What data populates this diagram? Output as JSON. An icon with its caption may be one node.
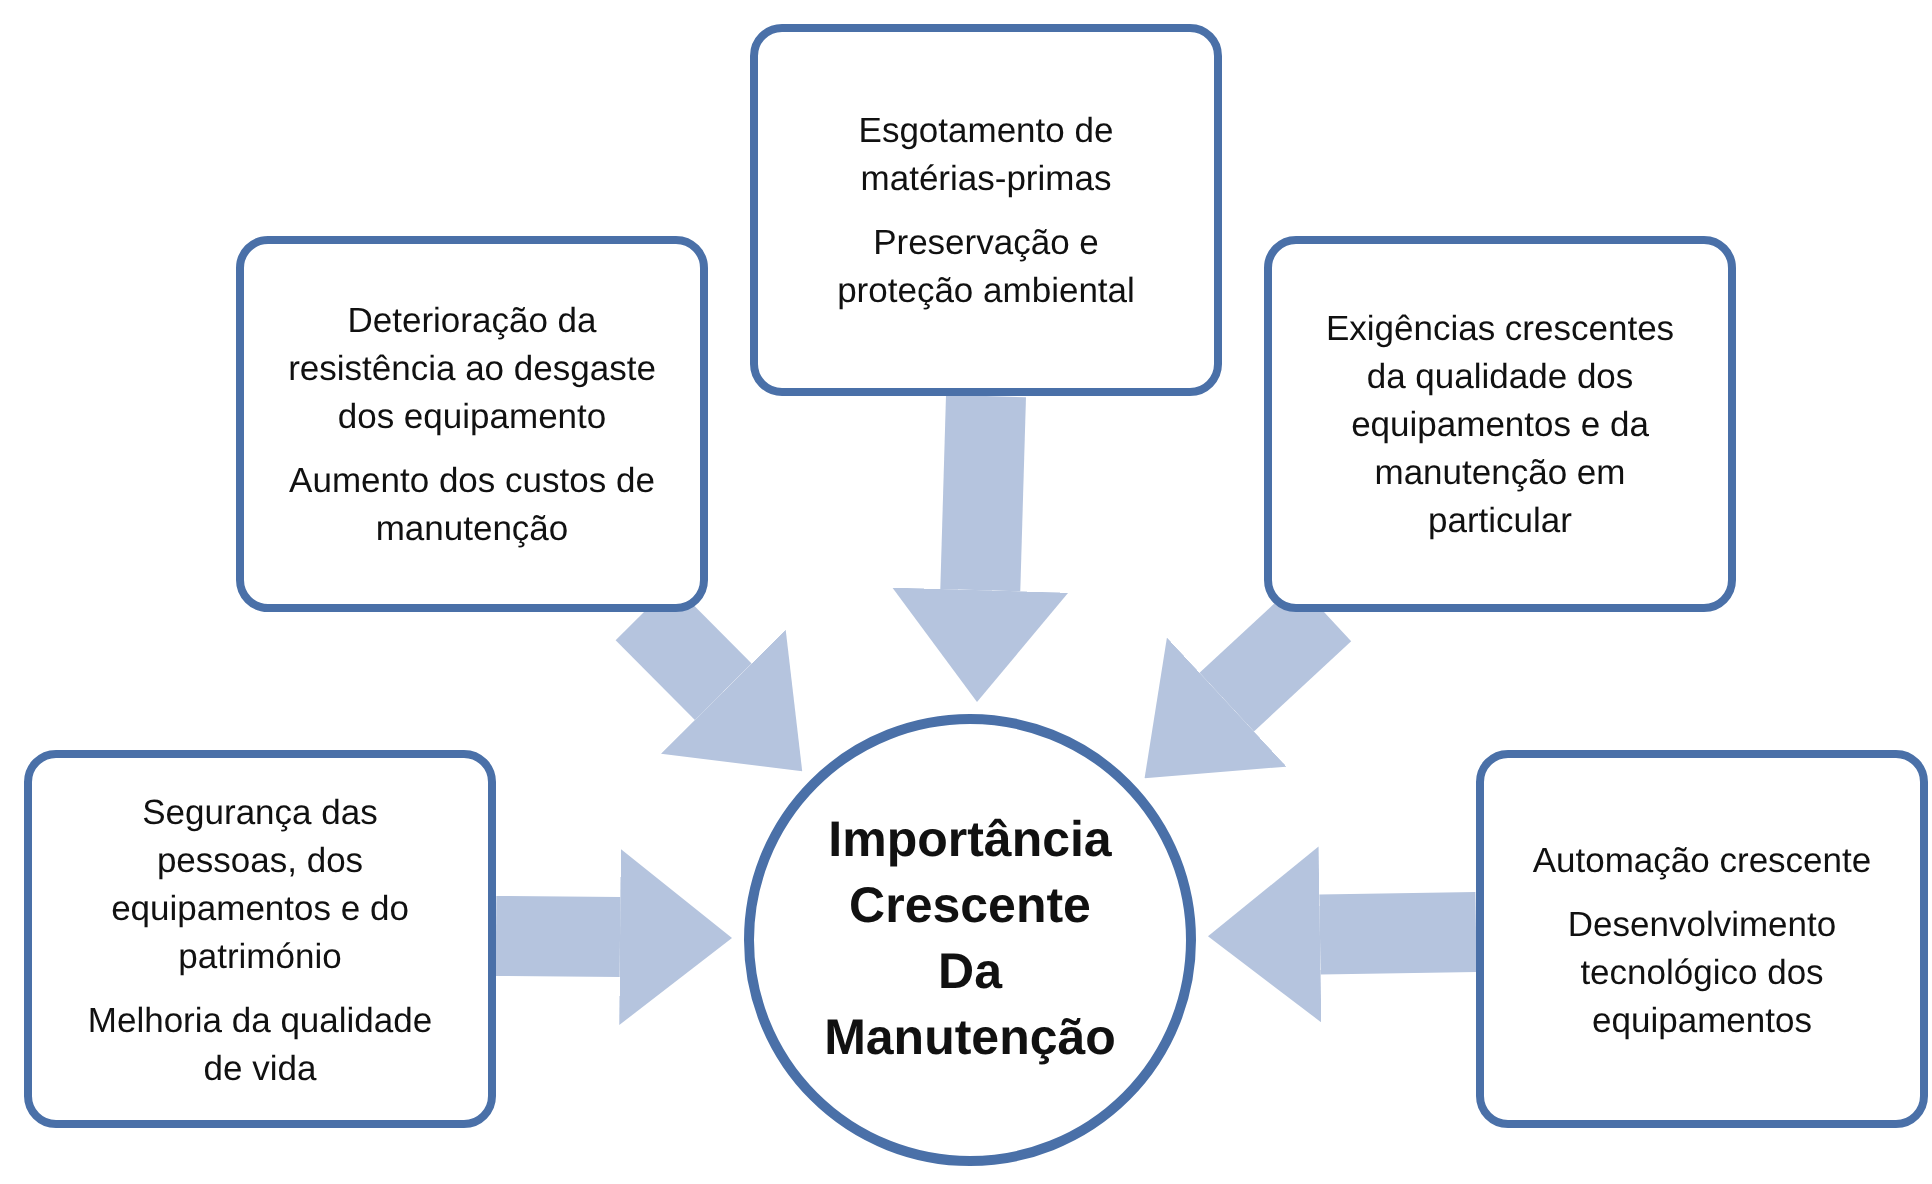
{
  "diagram": {
    "nodes": [
      {
        "text": [
          "Esgotamento de matérias-primas",
          "Preservação e proteção ambiental"
        ]
      },
      {
        "text": [
          "Deterioração da resistência ao desgaste dos equipamento",
          "Aumento dos custos de manutenção"
        ]
      },
      {
        "text": [
          "Exigências crescentes da qualidade dos equipamentos e da manutenção em particular"
        ]
      },
      {
        "text": [
          "Segurança das pessoas, dos equipamentos e do património",
          "Melhoria da qualidade de vida"
        ]
      },
      {
        "text": [
          "Importância Crescente Da Manutenção"
        ]
      },
      {
        "text": [
          "Automação crescente",
          "Desenvolvimento tecnológico dos equipamentos"
        ]
      }
    ],
    "edges": [
      {
        "from": 0,
        "to": 4,
        "arrow": "to"
      },
      {
        "from": 1,
        "to": 4,
        "arrow": "to"
      },
      {
        "from": 2,
        "to": 4,
        "arrow": "to"
      },
      {
        "from": 3,
        "to": 4,
        "arrow": "to"
      },
      {
        "from": 5,
        "to": 4,
        "arrow": "to"
      }
    ]
  }
}
